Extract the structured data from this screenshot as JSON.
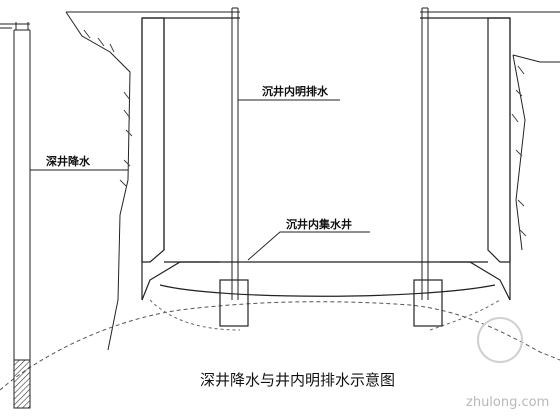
{
  "labels": {
    "deep_well": "深井降水",
    "open_drain": "沉井内明排水",
    "sump": "沉井内集水井"
  },
  "caption": "深井降水与井内明排水示意图",
  "watermark": "zhulong.com",
  "colors": {
    "line": "#222222",
    "wall_fill": "#ffffff",
    "hatch": "#333333",
    "dashed": "#888888"
  }
}
